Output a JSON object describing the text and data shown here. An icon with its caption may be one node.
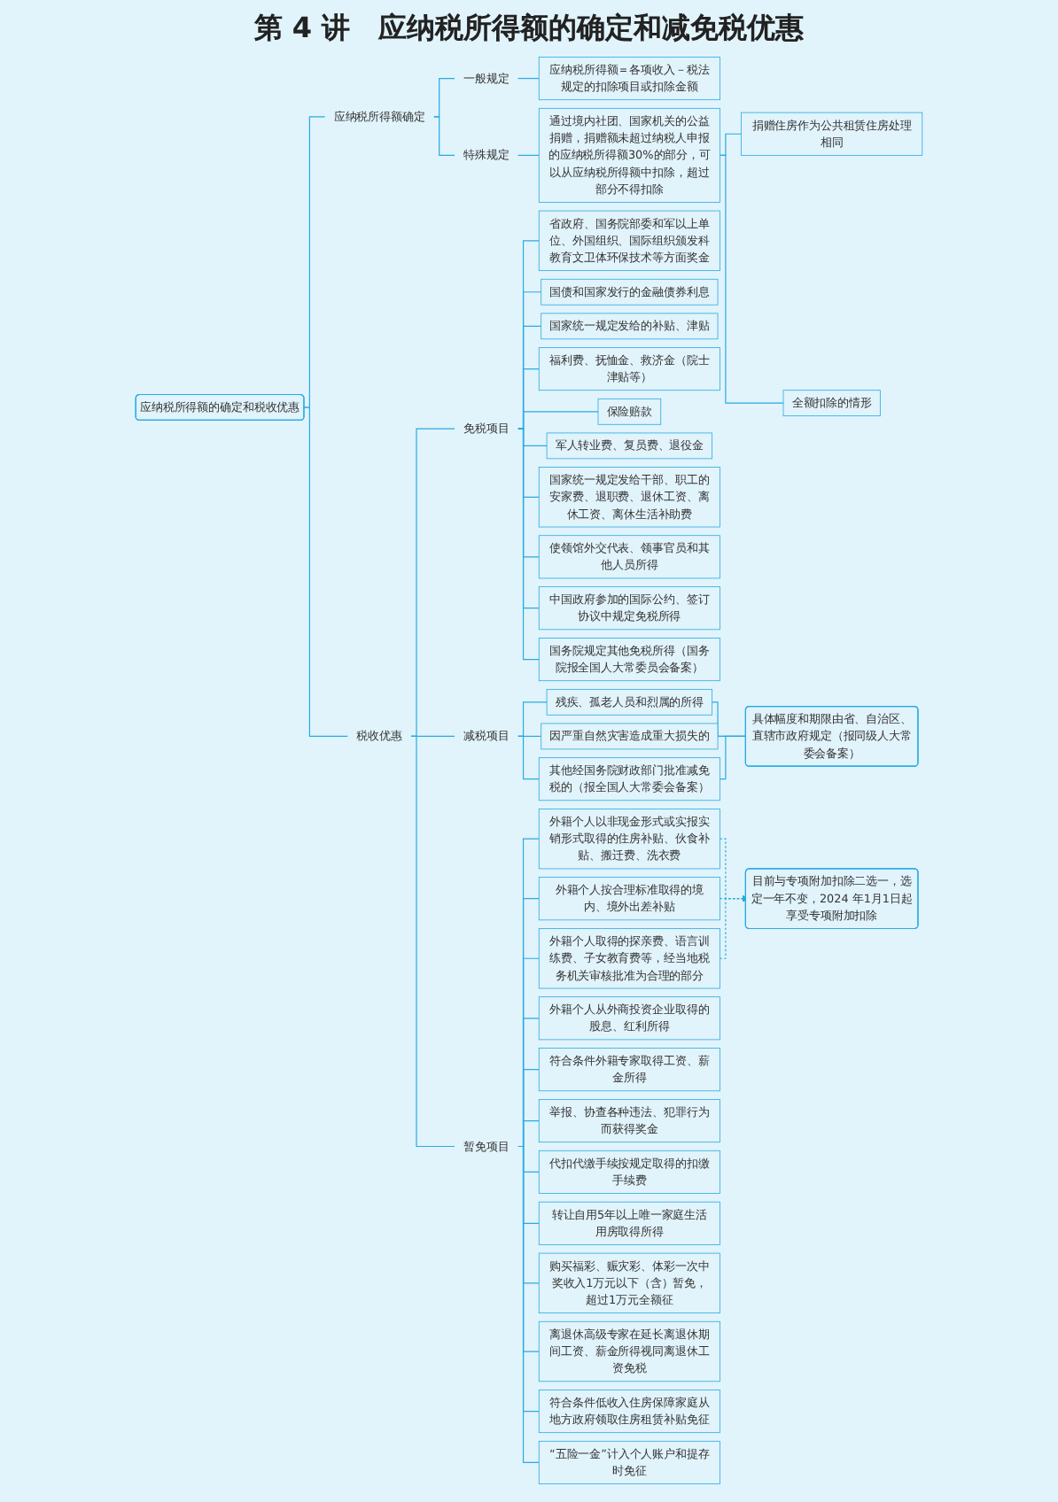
{
  "diagram": {
    "title": "第 4 讲　应纳税所得额的确定和减免税优惠",
    "nodes": [
      {
        "text": [
          "应纳税所得额的确定和税收优惠"
        ]
      },
      {
        "text": [
          "应纳税所得额确定"
        ]
      },
      {
        "text": [
          "一般规定"
        ]
      },
      {
        "text": [
          "应纳税所得额＝各项收入－税法规定的扣除项目或扣除金额"
        ]
      },
      {
        "text": [
          "特殊规定"
        ]
      },
      {
        "text": [
          "通过境内社团、国家机关的公益捐赠，捐赠额未超过纳税人申报的应纳税所得额30%的部分，可以从应纳税所得额中扣除，超过部分不得扣除"
        ]
      },
      {
        "text": [
          "捐赠住房作为公共租赁住房处理相同"
        ]
      },
      {
        "text": [
          "全额扣除的情形"
        ]
      },
      {
        "text": [
          "税收优惠"
        ]
      },
      {
        "text": [
          "免税项目"
        ]
      },
      {
        "text": [
          "省政府、国务院部委和军以上单位、外国组织、国际组织颁发科教育文卫体环保技术等方面奖金"
        ]
      },
      {
        "text": [
          "国债和国家发行的金融债券利息"
        ]
      },
      {
        "text": [
          "国家统一规定发给的补贴、津贴"
        ]
      },
      {
        "text": [
          "福利费、抚恤金、救济金（院士津贴等）"
        ]
      },
      {
        "text": [
          "保险赔款"
        ]
      },
      {
        "text": [
          "军人转业费、复员费、退役金"
        ]
      },
      {
        "text": [
          "国家统一规定发给干部、职工的安家费、退职费、退休工资、离休工资、离休生活补助费"
        ]
      },
      {
        "text": [
          "使领馆外交代表、领事官员和其他人员所得"
        ]
      },
      {
        "text": [
          "中国政府参加的国际公约、签订协议中规定免税所得"
        ]
      },
      {
        "text": [
          "国务院规定其他免税所得（国务院报全国人大常委员会备案）"
        ]
      },
      {
        "text": [
          "减税项目"
        ]
      },
      {
        "text": [
          "残疾、孤老人员和烈属的所得"
        ]
      },
      {
        "text": [
          "因严重自然灾害造成重大损失的"
        ]
      },
      {
        "text": [
          "其他经国务院财政部门批准减免税的（报全国人大常委会备案）"
        ]
      },
      {
        "text": [
          "具体幅度和期限由省、自治区、直辖市政府规定（报同级人大常委会备案）"
        ]
      },
      {
        "text": [
          "暂免项目"
        ]
      },
      {
        "text": [
          "外籍个人以非现金形式或实报实销形式取得的住房补贴、伙食补贴、搬迁费、洗衣费"
        ]
      },
      {
        "text": [
          "外籍个人按合理标准取得的境内、境外出差补贴"
        ]
      },
      {
        "text": [
          "外籍个人取得的探亲费、语言训练费、子女教育费等，经当地税务机关审核批准为合理的部分"
        ]
      },
      {
        "text": [
          "目前与专项附加扣除二选一，选定一年不变，2024 年1月1日起享受专项附加扣除"
        ]
      },
      {
        "text": [
          "外籍个人从外商投资企业取得的股息、红利所得"
        ]
      },
      {
        "text": [
          "符合条件外籍专家取得工资、薪金所得"
        ]
      },
      {
        "text": [
          "举报、协查各种违法、犯罪行为而获得奖金"
        ]
      },
      {
        "text": [
          "代扣代缴手续按规定取得的扣缴手续费"
        ]
      },
      {
        "text": [
          "转让自用5年以上唯一家庭生活用房取得所得"
        ]
      },
      {
        "text": [
          "购买福彩、赈灾彩、体彩一次中奖收入1万元以下（含）暂免，超过1万元全额征"
        ]
      },
      {
        "text": [
          "离退休高级专家在延长离退休期间工资、薪金所得视同离退休工资免税"
        ]
      },
      {
        "text": [
          "符合条件低收入住房保障家庭从地方政府领取住房租赁补贴免征"
        ]
      },
      {
        "text": [
          "“五险一金”计入个人账户和提存时免征"
        ]
      }
    ],
    "edges": [
      {
        "from": 0,
        "to": 1,
        "arrow": "none"
      },
      {
        "from": 1,
        "to": 2,
        "arrow": "none"
      },
      {
        "from": 2,
        "to": 3,
        "arrow": "none"
      },
      {
        "from": 1,
        "to": 4,
        "arrow": "none"
      },
      {
        "from": 4,
        "to": 5,
        "arrow": "none"
      },
      {
        "from": 5,
        "to": 6,
        "arrow": "none"
      },
      {
        "from": 5,
        "to": 7,
        "arrow": "none"
      },
      {
        "from": 0,
        "to": 8,
        "arrow": "none"
      },
      {
        "from": 8,
        "to": 9,
        "arrow": "none"
      },
      {
        "from": 9,
        "to": 10,
        "arrow": "none"
      },
      {
        "from": 9,
        "to": 11,
        "arrow": "none"
      },
      {
        "from": 9,
        "to": 12,
        "arrow": "none"
      },
      {
        "from": 9,
        "to": 13,
        "arrow": "none"
      },
      {
        "from": 9,
        "to": 14,
        "arrow": "none"
      },
      {
        "from": 9,
        "to": 15,
        "arrow": "none"
      },
      {
        "from": 9,
        "to": 16,
        "arrow": "none"
      },
      {
        "from": 9,
        "to": 17,
        "arrow": "none"
      },
      {
        "from": 9,
        "to": 18,
        "arrow": "none"
      },
      {
        "from": 9,
        "to": 19,
        "arrow": "none"
      },
      {
        "from": 8,
        "to": 20,
        "arrow": "none"
      },
      {
        "from": 20,
        "to": 21,
        "arrow": "none"
      },
      {
        "from": 20,
        "to": 22,
        "arrow": "none"
      },
      {
        "from": 20,
        "to": 23,
        "arrow": "none"
      },
      {
        "from": 21,
        "to": 24,
        "arrow": "none"
      },
      {
        "from": 22,
        "to": 24,
        "arrow": "none"
      },
      {
        "from": 23,
        "to": 24,
        "arrow": "none"
      },
      {
        "from": 8,
        "to": 25,
        "arrow": "none"
      },
      {
        "from": 25,
        "to": 26,
        "arrow": "none"
      },
      {
        "from": 25,
        "to": 27,
        "arrow": "none"
      },
      {
        "from": 25,
        "to": 28,
        "arrow": "none"
      },
      {
        "from": 26,
        "to": 29,
        "arrow": "to",
        "style": "dashed"
      },
      {
        "from": 27,
        "to": 29,
        "arrow": "to",
        "style": "dashed"
      },
      {
        "from": 28,
        "to": 29,
        "arrow": "to",
        "style": "dashed"
      },
      {
        "from": 25,
        "to": 30,
        "arrow": "none"
      },
      {
        "from": 25,
        "to": 31,
        "arrow": "none"
      },
      {
        "from": 25,
        "to": 32,
        "arrow": "none"
      },
      {
        "from": 25,
        "to": 33,
        "arrow": "none"
      },
      {
        "from": 25,
        "to": 34,
        "arrow": "none"
      },
      {
        "from": 25,
        "to": 35,
        "arrow": "none"
      },
      {
        "from": 25,
        "to": 36,
        "arrow": "none"
      },
      {
        "from": 25,
        "to": 37,
        "arrow": "none"
      },
      {
        "from": 25,
        "to": 38,
        "arrow": "none"
      }
    ]
  }
}
